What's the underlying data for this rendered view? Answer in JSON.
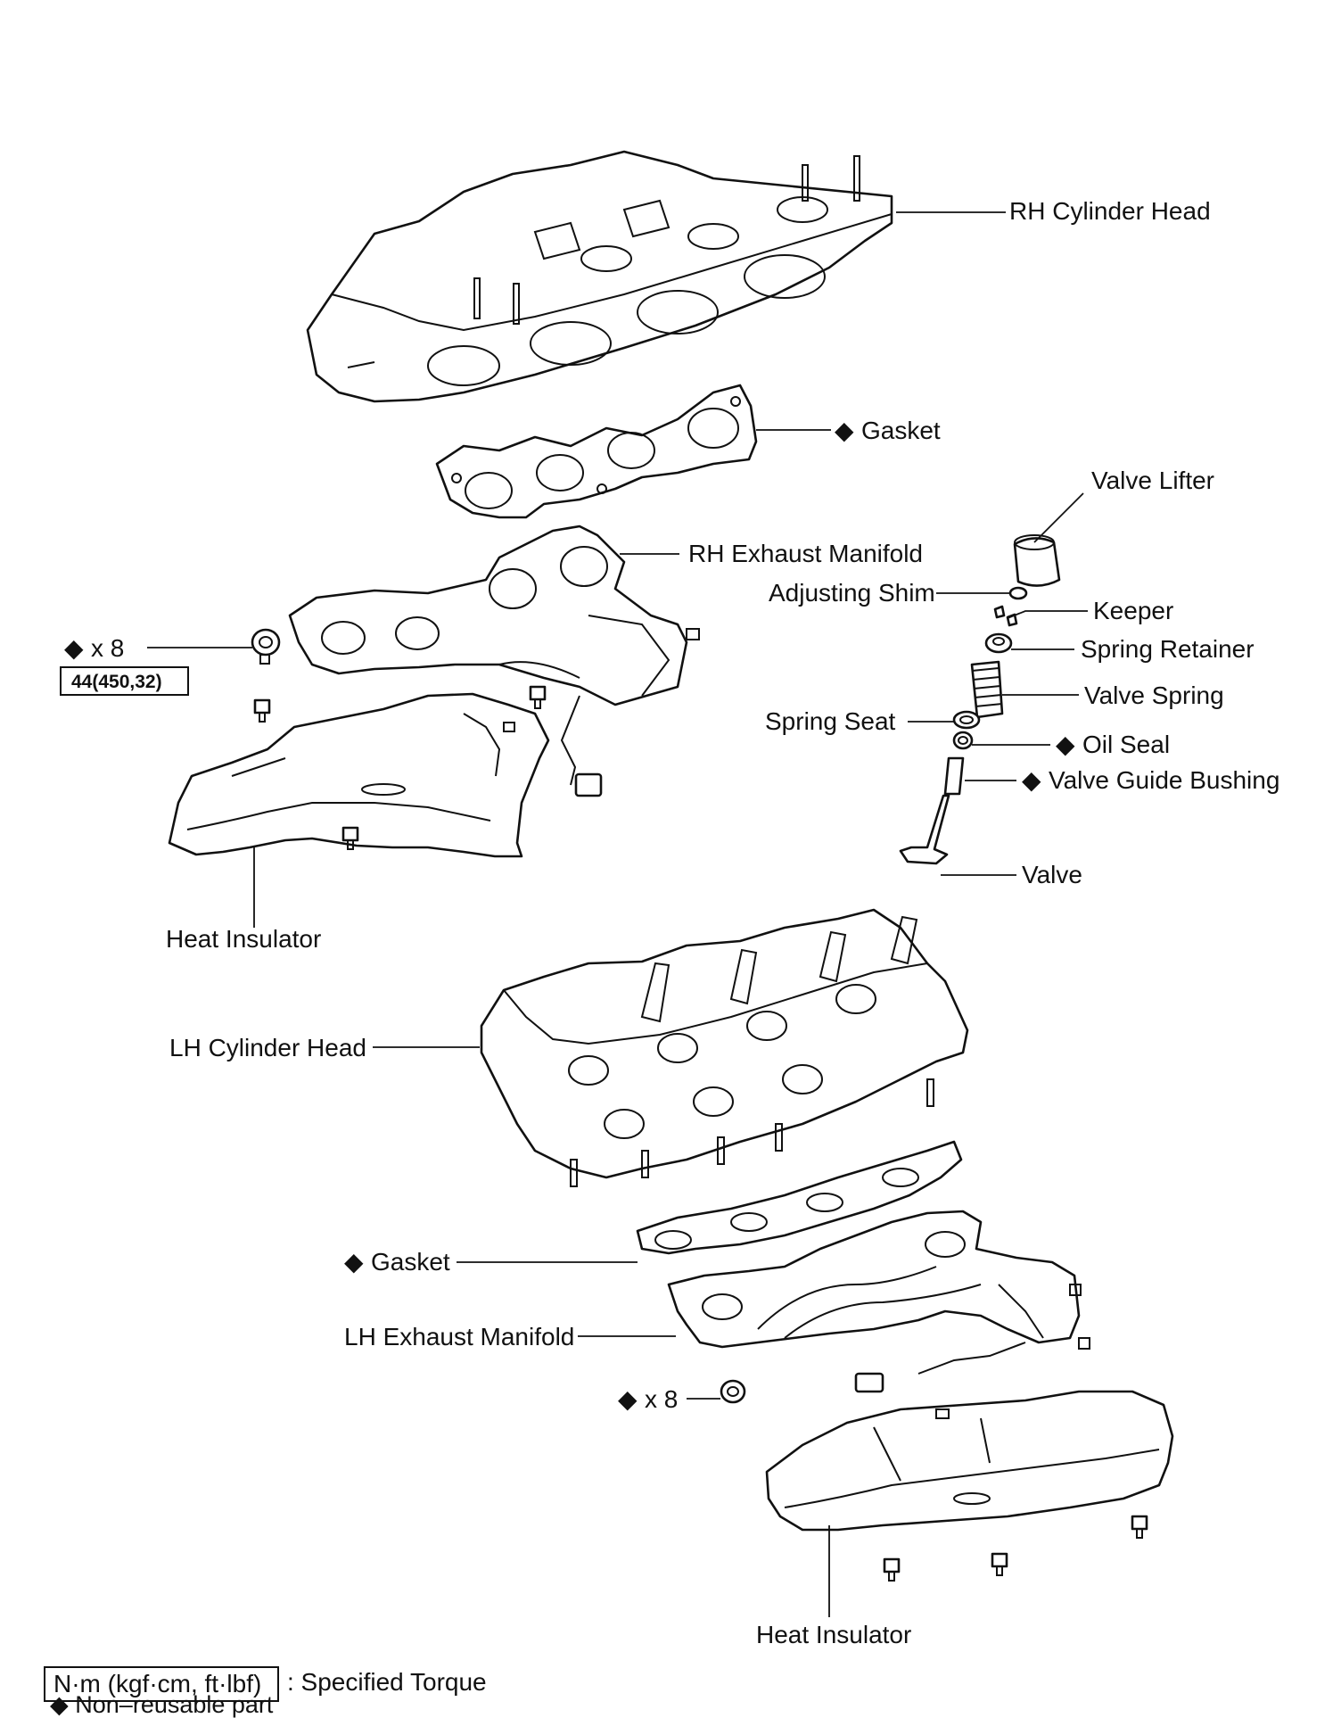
{
  "labels": {
    "rh_cylinder_head": "RH Cylinder Head",
    "gasket_upper": "Gasket",
    "valve_lifter": "Valve Lifter",
    "rh_exhaust_manifold": "RH Exhaust Manifold",
    "adjusting_shim": "Adjusting Shim",
    "keeper": "Keeper",
    "spring_retainer": "Spring Retainer",
    "valve_spring": "Valve Spring",
    "spring_seat": "Spring Seat",
    "oil_seal": "Oil Seal",
    "valve_guide_bushing": "Valve Guide Bushing",
    "valve": "Valve",
    "heat_insulator_upper": "Heat Insulator",
    "lh_cylinder_head": "LH Cylinder Head",
    "gasket_lower": "Gasket",
    "lh_exhaust_manifold": "LH Exhaust Manifold",
    "heat_insulator_lower": "Heat Insulator",
    "nut_qty_upper": "x 8",
    "nut_qty_lower": "x 8",
    "torque_value": "44(450,32)"
  },
  "legend": {
    "torque_unit": "N·m (kgf·cm, ft·lbf)",
    "torque_desc": ": Specified Torque",
    "nonreusable_desc": "Non–reusable part"
  },
  "symbols": {
    "nonreusable": "◆"
  }
}
